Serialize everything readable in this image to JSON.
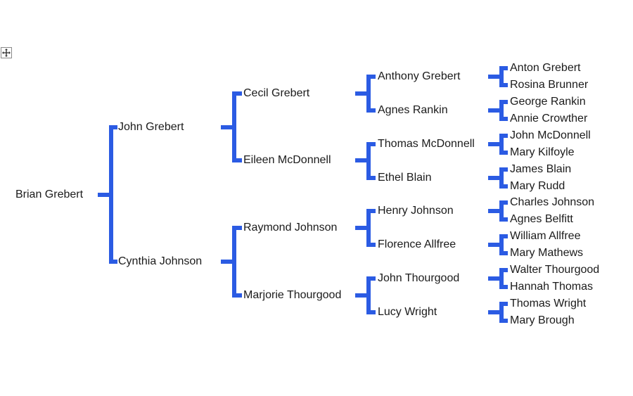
{
  "diagram": {
    "type": "family-ancestor-tree",
    "line_color": "#2B5BE3",
    "text_color": "#1B1B1B",
    "move_handle": {
      "icon": "move-icon"
    },
    "generations": [
      {
        "id": "gen-1",
        "names": [
          "Brian Grebert"
        ]
      },
      {
        "id": "gen-2",
        "names": [
          "John Grebert",
          "Cynthia Johnson"
        ]
      },
      {
        "id": "gen-3",
        "names": [
          "Cecil Grebert",
          "Eileen McDonnell",
          "Raymond Johnson",
          "Marjorie Thourgood"
        ]
      },
      {
        "id": "gen-4",
        "names": [
          "Anthony Grebert",
          "Agnes Rankin",
          "Thomas McDonnell",
          "Ethel Blain",
          "Henry Johnson",
          "Florence Allfree",
          "John Thourgood",
          "Lucy Wright"
        ]
      },
      {
        "id": "gen-5",
        "names": [
          "Anton Grebert",
          "Rosina Brunner",
          "George Rankin",
          "Annie Crowther",
          "John McDonnell",
          "Mary Kilfoyle",
          "James Blain",
          "Mary Rudd",
          "Charles Johnson",
          "Agnes Belfitt",
          "William Allfree",
          "Mary Mathews",
          "Walter Thourgood",
          "Hannah Thomas",
          "Thomas Wright",
          "Mary Brough"
        ]
      }
    ]
  }
}
